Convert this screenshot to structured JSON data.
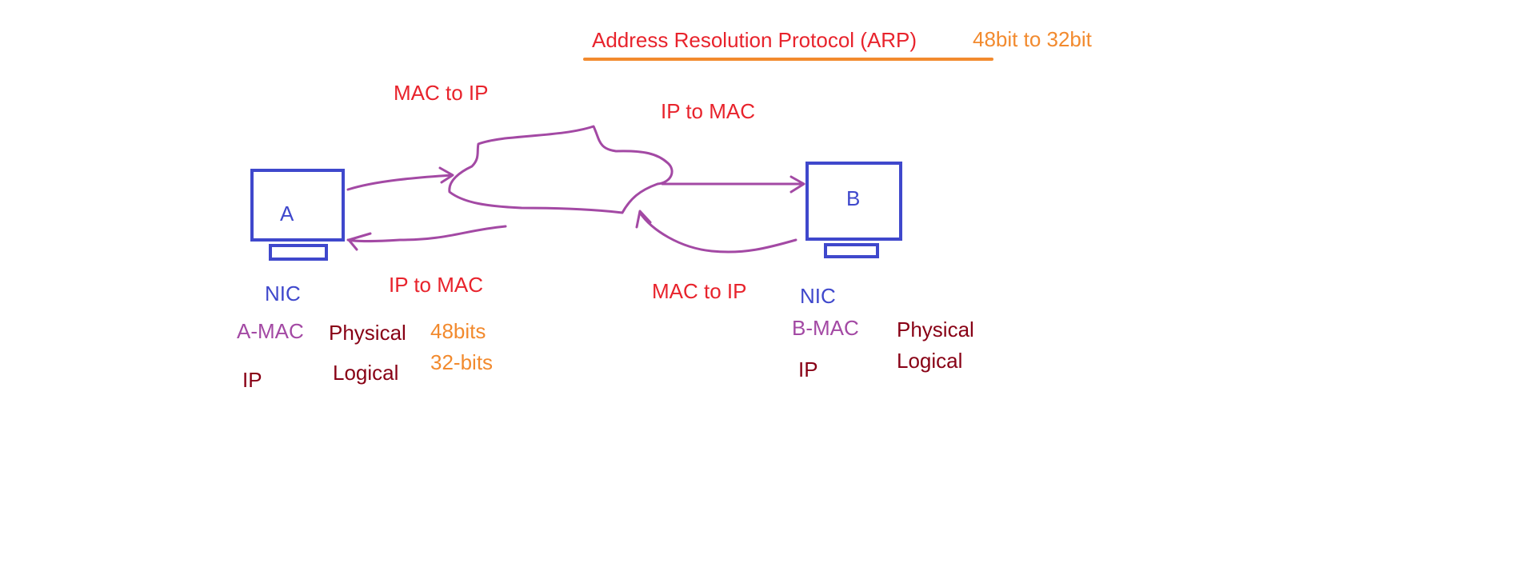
{
  "title": "Address Resolution Protocol (ARP)",
  "title_note": "48bit to 32bit",
  "colors": {
    "title": "#e8232c",
    "underline": "#f28a2e",
    "note": "#f28a2e",
    "device": "#3f48cc",
    "arrows": "#a349a4",
    "mac": "#a349a4",
    "address_type": "#880015",
    "direction": "#e8232c"
  },
  "arrows": {
    "top_left": "MAC to IP",
    "top_right": "IP to MAC",
    "bottom_left": "IP to MAC",
    "bottom_right": "MAC to IP"
  },
  "host_a": {
    "name": "A",
    "nic": "NIC",
    "mac": "A-MAC",
    "ip": "IP",
    "physical": "Physical",
    "logical": "Logical",
    "mac_bits": "48bits",
    "ip_bits": "32-bits"
  },
  "host_b": {
    "name": "B",
    "nic": "NIC",
    "mac": "B-MAC",
    "ip": "IP",
    "physical": "Physical",
    "logical": "Logical"
  }
}
